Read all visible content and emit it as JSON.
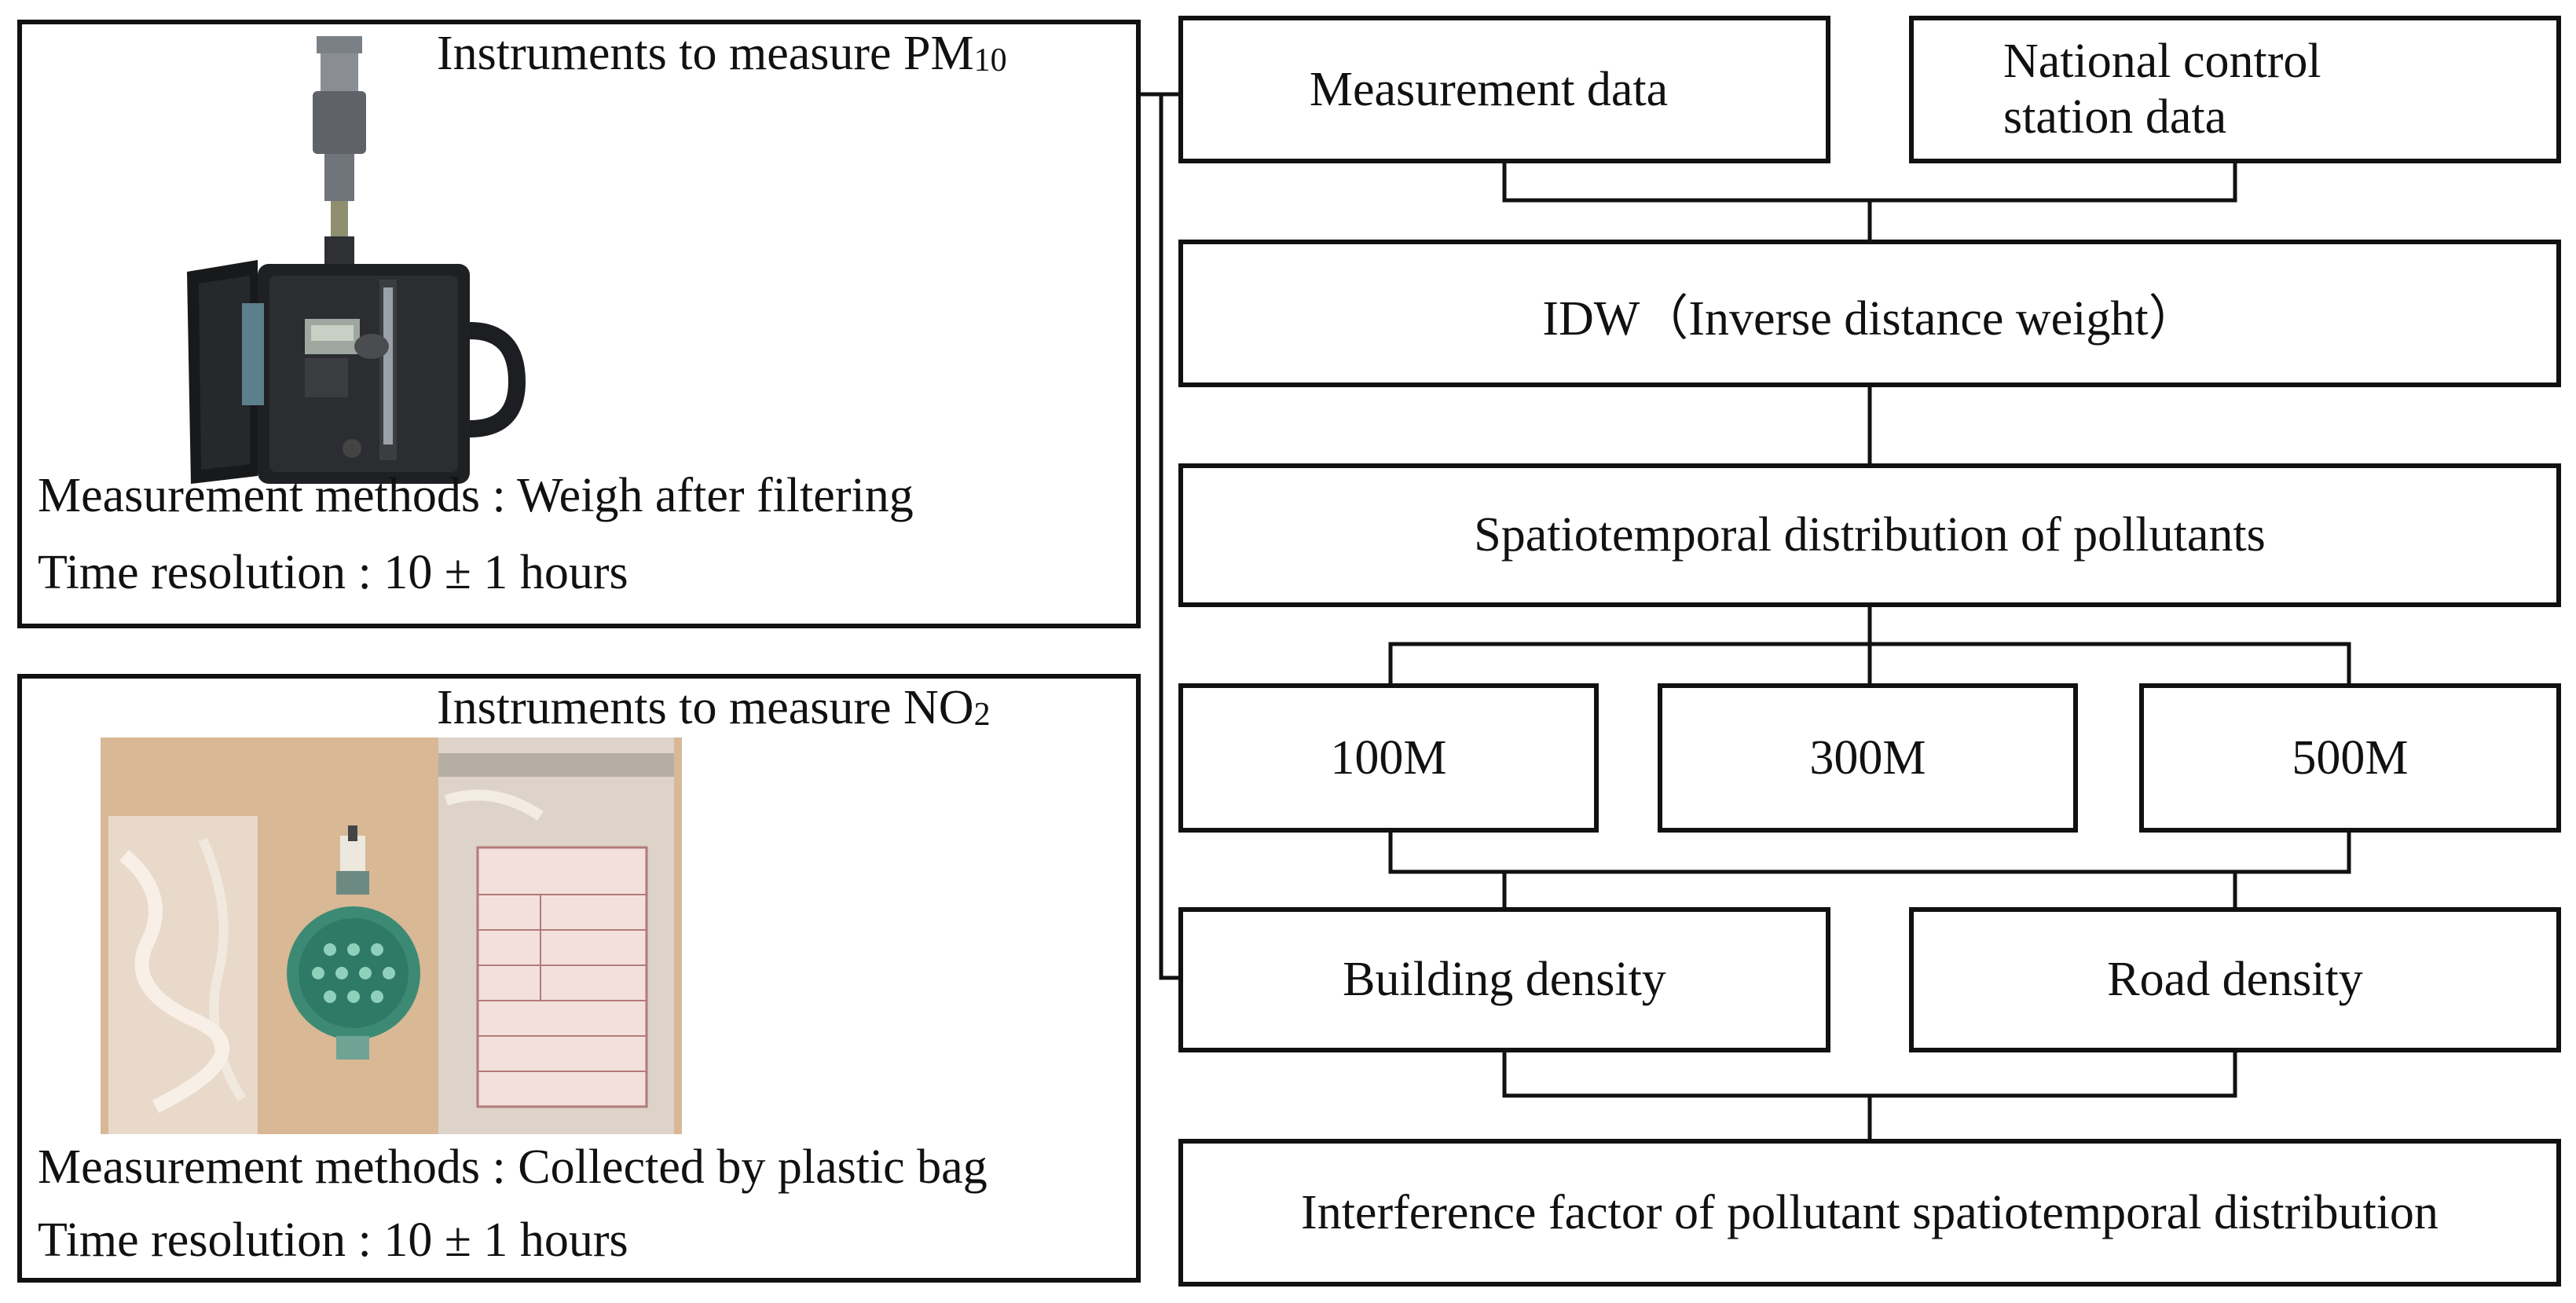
{
  "pm10_panel": {
    "title_main": "Instruments to measure PM",
    "title_sub": "10",
    "method": "Measurement methods : Weigh after filtering",
    "time": "Time resolution : 10 ± 1 hours"
  },
  "no2_panel": {
    "title_main": "Instruments to measure NO",
    "title_sub": "2",
    "method": "Measurement methods : Collected by plastic bag",
    "time": "Time resolution : 10 ± 1 hours"
  },
  "flow": {
    "measurement_data": "Measurement data",
    "national_data": "National control station data",
    "idw": "IDW（Inverse distance weight）",
    "spatiotemporal": "Spatiotemporal distribution of pollutants",
    "buffer_100": "100M",
    "buffer_300": "300M",
    "buffer_500": "500M",
    "building_density": "Building density",
    "road_density": "Road density",
    "interference": "Interference factor of pollutant spatiotemporal distribution"
  }
}
